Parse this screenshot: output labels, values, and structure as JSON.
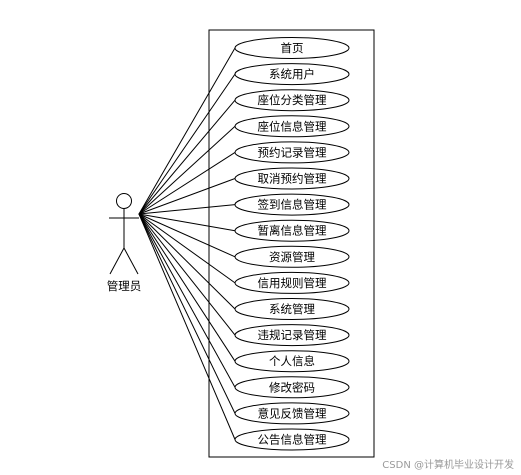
{
  "actor": {
    "name": "管理员"
  },
  "use_cases": [
    "首页",
    "系统用户",
    "座位分类管理",
    "座位信息管理",
    "预约记录管理",
    "取消预约管理",
    "签到信息管理",
    "暂离信息管理",
    "资源管理",
    "信用规则管理",
    "系统管理",
    "违规记录管理",
    "个人信息",
    "修改密码",
    "意见反馈管理",
    "公告信息管理"
  ],
  "watermark": "CSDN @计算机毕业设计开发"
}
